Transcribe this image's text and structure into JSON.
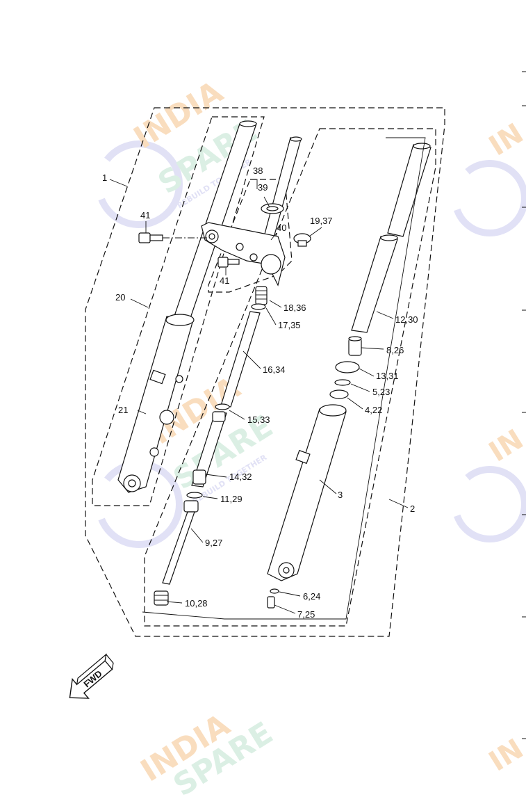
{
  "diagram": {
    "callouts": {
      "c1": "1",
      "c2": "2",
      "c3": "3",
      "c4_22": "4,22",
      "c5_23": "5,23",
      "c6_24": "6,24",
      "c7_25": "7,25",
      "c8_26": "8,26",
      "c9_27": "9,27",
      "c10_28": "10,28",
      "c11_29": "11,29",
      "c12_30": "12,30",
      "c13_31": "13,31",
      "c14_32": "14,32",
      "c15_33": "15,33",
      "c16_34": "16,34",
      "c17_35": "17,35",
      "c18_36": "18,36",
      "c19_37": "19,37",
      "c20": "20",
      "c21": "21",
      "c38": "38",
      "c39": "39",
      "c40": "40",
      "c41a": "41",
      "c41b": "41"
    },
    "fwd_label": "FWD",
    "watermark": {
      "line1": "INDIA",
      "line2": "SPARE",
      "tagline": "REBUILD TOGETHER",
      "color_orange": "#f5c28a",
      "color_green": "#bfe3cf",
      "color_blue": "#c9c9ee"
    }
  }
}
